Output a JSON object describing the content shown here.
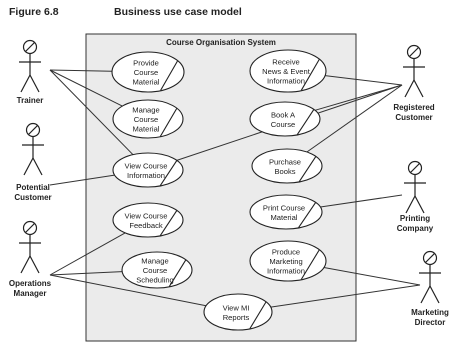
{
  "figure": {
    "number": "Figure 6.8",
    "title": "Business use case model"
  },
  "system": {
    "name": "Course Organisation System"
  },
  "actors": [
    {
      "id": "trainer",
      "label": [
        "Trainer"
      ]
    },
    {
      "id": "potential-customer",
      "label": [
        "Potential",
        "Customer"
      ]
    },
    {
      "id": "operations-manager",
      "label": [
        "Operations",
        "Manager"
      ]
    },
    {
      "id": "registered-customer",
      "label": [
        "Registered",
        "Customer"
      ]
    },
    {
      "id": "printing-company",
      "label": [
        "Printing",
        "Company"
      ]
    },
    {
      "id": "marketing-director",
      "label": [
        "Marketing",
        "Director"
      ]
    }
  ],
  "use_cases": [
    {
      "id": "provide-course-material",
      "label": [
        "Provide",
        "Course",
        "Material"
      ]
    },
    {
      "id": "manage-course-material",
      "label": [
        "Manage",
        "Course",
        "Material"
      ]
    },
    {
      "id": "view-course-information",
      "label": [
        "View Course",
        "Information"
      ]
    },
    {
      "id": "view-course-feedback",
      "label": [
        "View Course",
        "Feedback"
      ]
    },
    {
      "id": "manage-course-scheduling",
      "label": [
        "Manage",
        "Course",
        "Scheduling"
      ]
    },
    {
      "id": "receive-news-event-information",
      "label": [
        "Receive",
        "News & Event",
        "Information"
      ]
    },
    {
      "id": "book-a-course",
      "label": [
        "Book A",
        "Course"
      ]
    },
    {
      "id": "purchase-books",
      "label": [
        "Purchase",
        "Books"
      ]
    },
    {
      "id": "print-course-material",
      "label": [
        "Print Course",
        "Material"
      ]
    },
    {
      "id": "produce-marketing-information",
      "label": [
        "Produce",
        "Marketing",
        "Information"
      ]
    },
    {
      "id": "view-mi-reports",
      "label": [
        "View MI",
        "Reports"
      ]
    }
  ],
  "associations": [
    [
      "trainer",
      "provide-course-material"
    ],
    [
      "trainer",
      "manage-course-material"
    ],
    [
      "trainer",
      "view-course-information"
    ],
    [
      "potential-customer",
      "view-course-information"
    ],
    [
      "operations-manager",
      "view-course-feedback"
    ],
    [
      "operations-manager",
      "manage-course-scheduling"
    ],
    [
      "operations-manager",
      "view-mi-reports"
    ],
    [
      "registered-customer",
      "receive-news-event-information"
    ],
    [
      "registered-customer",
      "book-a-course"
    ],
    [
      "registered-customer",
      "purchase-books"
    ],
    [
      "registered-customer",
      "view-course-information"
    ],
    [
      "printing-company",
      "print-course-material"
    ],
    [
      "marketing-director",
      "produce-marketing-information"
    ],
    [
      "marketing-director",
      "view-mi-reports"
    ]
  ]
}
